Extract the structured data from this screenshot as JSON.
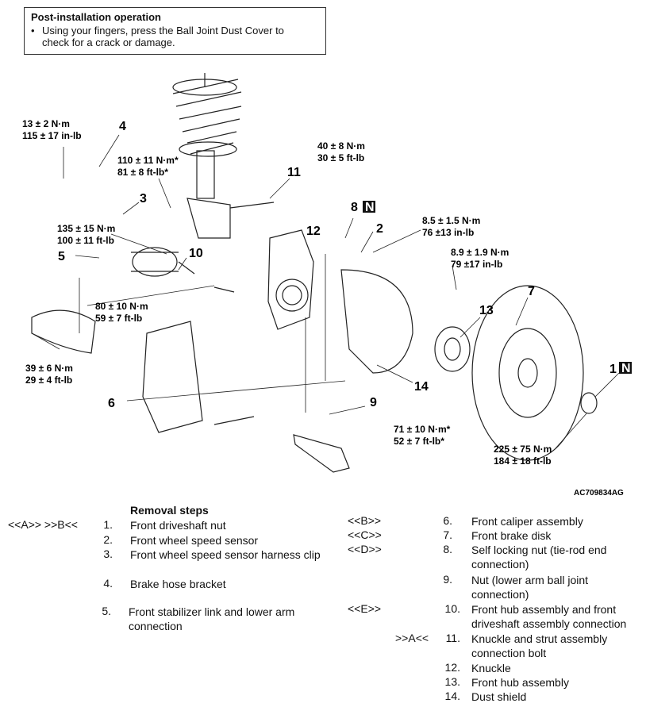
{
  "note": {
    "title": "Post-installation operation",
    "bullet": "•",
    "line1": "Using your fingers, press the Ball Joint Dust Cover to",
    "line2": "check for a crack or damage."
  },
  "diagram": {
    "callouts": [
      "1",
      "2",
      "3",
      "4",
      "5",
      "6",
      "7",
      "8",
      "9",
      "10",
      "11",
      "12",
      "13",
      "14"
    ],
    "n_badge": "N",
    "torques": {
      "t4_a": "13 ± 2 N·m",
      "t4_b": "115 ± 17 in-lb",
      "t3_a": "110 ± 11 N·m*",
      "t3_b": "81 ± 8 ft-lb*",
      "t5_a": "135 ± 15 N·m",
      "t5_b": "100 ± 11 ft-lb",
      "t8_a": "40 ± 8 N·m",
      "t8_b": "30 ± 5 ft-lb",
      "t2_a": "8.5 ± 1.5 N·m",
      "t2_b": "76 ±13 in-lb",
      "t7_a": "8.9 ± 1.9 N·m",
      "t7_b": "79 ±17 in-lb",
      "t10_a": "80 ± 10 N·m",
      "t10_b": "59 ± 7 ft-lb",
      "t6_a": "39 ± 6 N·m",
      "t6_b": "29 ± 4 ft-lb",
      "t9_a": "71 ± 10 N·m*",
      "t9_b": "52 ± 7 ft-lb*",
      "t1_a": "225 ± 75 N·m",
      "t1_b": "184 ± 18 ft-lb"
    },
    "ref_code": "AC709834AG"
  },
  "steps": {
    "title": "Removal steps",
    "items": [
      {
        "codes": "<<A>>    >>B<<",
        "num": "1.",
        "text": "Front driveshaft nut"
      },
      {
        "codes": "",
        "num": "2.",
        "text": "Front wheel speed sensor"
      },
      {
        "codes": "",
        "num": "3.",
        "text": "Front wheel speed sensor harness clip"
      },
      {
        "codes": "",
        "num": "4.",
        "text": "Brake hose bracket"
      },
      {
        "codes": "",
        "num": "5.",
        "text": "Front stabilizer link and lower arm connection"
      },
      {
        "codes": "<<B>>",
        "num": "6.",
        "text": "Front caliper assembly"
      },
      {
        "codes": "<<C>>",
        "num": "7.",
        "text": "Front brake disk"
      },
      {
        "codes": "<<D>>",
        "num": "8.",
        "text": "Self locking nut (tie-rod end connection)"
      },
      {
        "codes": "",
        "num": "9.",
        "text": "Nut (lower arm ball joint connection)"
      },
      {
        "codes": "<<E>>",
        "num": "10.",
        "text": "Front hub assembly and front driveshaft assembly connection"
      },
      {
        "codes": ">>A<<",
        "num": "11.",
        "text": "Knuckle and strut assembly connection bolt"
      },
      {
        "codes": "",
        "num": "12.",
        "text": "Knuckle"
      },
      {
        "codes": "",
        "num": "13.",
        "text": "Front hub assembly"
      },
      {
        "codes": "",
        "num": "14.",
        "text": "Dust shield"
      }
    ]
  }
}
